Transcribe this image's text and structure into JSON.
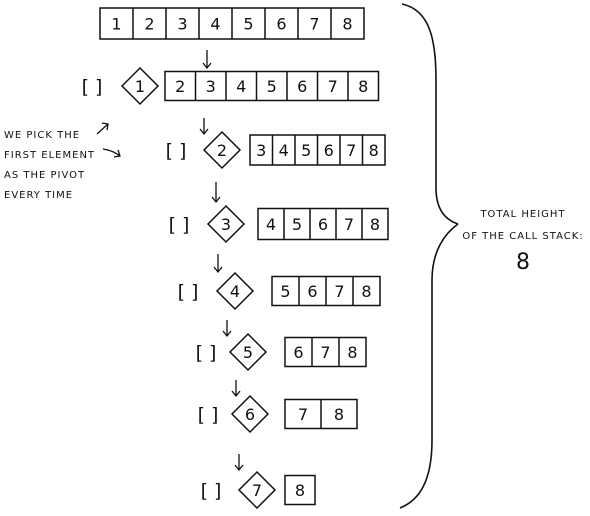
{
  "top_array": [
    "1",
    "2",
    "3",
    "4",
    "5",
    "6",
    "7",
    "8"
  ],
  "levels": [
    {
      "empty": "[ ]",
      "pivot": "1",
      "rest": [
        "2",
        "3",
        "4",
        "5",
        "6",
        "7",
        "8"
      ]
    },
    {
      "empty": "[ ]",
      "pivot": "2",
      "rest": [
        "3",
        "4",
        "5",
        "6",
        "7",
        "8"
      ]
    },
    {
      "empty": "[ ]",
      "pivot": "3",
      "rest": [
        "4",
        "5",
        "6",
        "7",
        "8"
      ]
    },
    {
      "empty": "[ ]",
      "pivot": "4",
      "rest": [
        "5",
        "6",
        "7",
        "8"
      ]
    },
    {
      "empty": "[ ]",
      "pivot": "5",
      "rest": [
        "6",
        "7",
        "8"
      ]
    },
    {
      "empty": "[ ]",
      "pivot": "6",
      "rest": [
        "7",
        "8"
      ]
    },
    {
      "empty": "[ ]",
      "pivot": "7",
      "rest": [
        "8"
      ]
    }
  ],
  "note": {
    "lines": [
      "WE PICK THE",
      "FIRST ELEMENT",
      "AS THE PIVOT",
      "EVERY TIME"
    ]
  },
  "total": {
    "line1": "TOTAL HEIGHT",
    "line2": "OF THE CALL STACK:",
    "value": "8"
  }
}
